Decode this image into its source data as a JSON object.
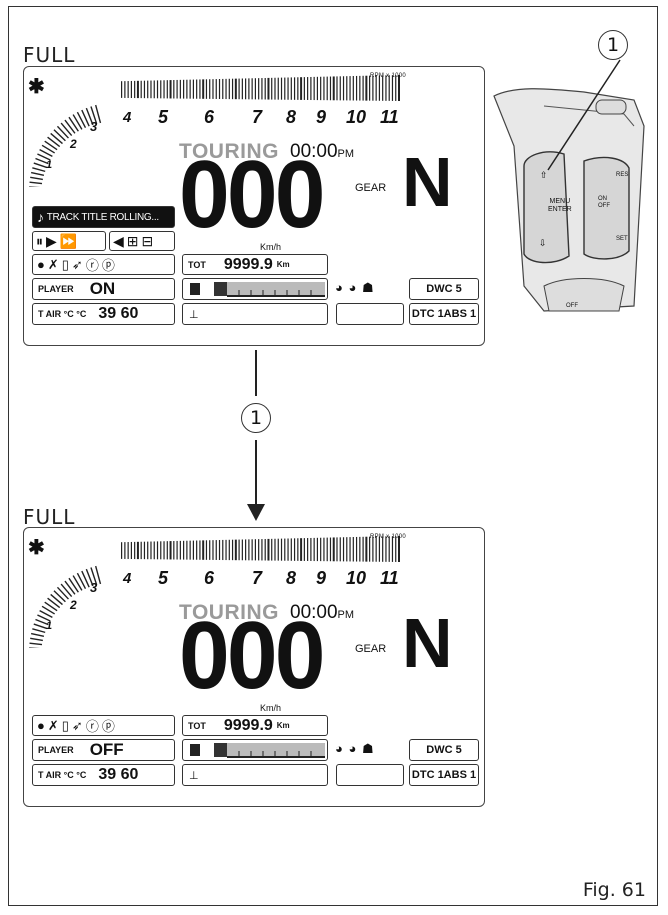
{
  "figure": {
    "caption": "Fig. 61"
  },
  "markers": [
    "1",
    "1"
  ],
  "rpm": {
    "unit_label": "RPM x 1000",
    "ticks": [
      "1",
      "2",
      "3",
      "4",
      "5",
      "6",
      "7",
      "8",
      "9",
      "10",
      "11"
    ]
  },
  "panels": [
    {
      "label": "FULL",
      "mode": "TOURING",
      "clock": "00:00",
      "clock_suffix": "PM",
      "speed": "000",
      "speed_unit": "Km/h",
      "gear_label": "GEAR",
      "gear": "N",
      "track_title": "TRACK TITLE ROLLING...",
      "tot_label": "TOT",
      "tot_value": "9999.9",
      "tot_unit": "Km",
      "player_label": "PLAYER",
      "player_value": "ON",
      "tair_label": "T AIR °C °C",
      "tair_value": "39 60",
      "dwc": "DWC 5",
      "dtc": "DTC 1ABS 1"
    },
    {
      "label": "FULL",
      "mode": "TOURING",
      "clock": "00:00",
      "clock_suffix": "PM",
      "speed": "000",
      "speed_unit": "Km/h",
      "gear_label": "GEAR",
      "gear": "N",
      "tot_label": "TOT",
      "tot_value": "9999.9",
      "tot_unit": "Km",
      "player_label": "PLAYER",
      "player_value": "OFF",
      "tair_label": "T AIR °C °C",
      "tair_value": "39 60",
      "dwc": "DWC 5",
      "dtc": "DTC 1ABS 1"
    }
  ],
  "switchgear": {
    "menu_label": "MENU",
    "enter_label": "ENTER",
    "on_label": "ON",
    "off_label": "OFF",
    "res_label": "RES",
    "set_label": "SET",
    "off_lower": "OFF"
  }
}
